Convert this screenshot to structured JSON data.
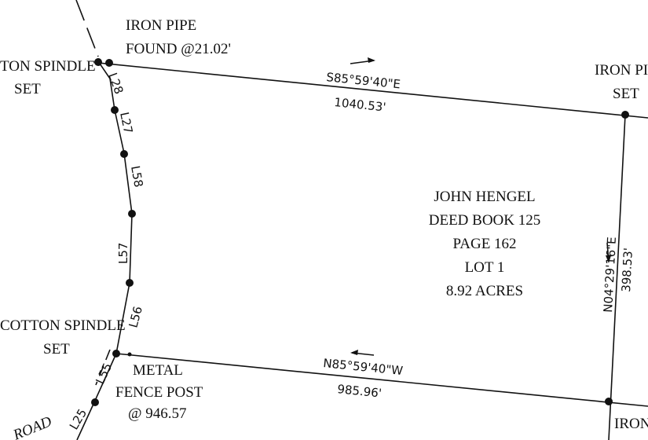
{
  "monuments": {
    "iron_pipe_found": [
      "IRON PIPE",
      "FOUND @21.02'"
    ],
    "cotton_spindle_top": [
      "TON SPINDLE",
      "SET"
    ],
    "iron_pipe_set_right": [
      "IRON PI",
      "SET"
    ],
    "cotton_spindle_bottom": [
      "COTTON SPINDLE",
      "SET"
    ],
    "metal_fence_post": [
      "METAL",
      "FENCE POST",
      "@ 946.57"
    ],
    "iron_bottom_right": "IRON"
  },
  "parcel": {
    "owner": "JOHN HENGEL",
    "deed_book": "DEED BOOK 125",
    "page": "PAGE 162",
    "lot": "LOT 1",
    "area": "8.92 ACRES"
  },
  "boundaries": {
    "north": {
      "bearing": "S85°59'40\"E",
      "distance": "1040.53'"
    },
    "south": {
      "bearing": "N85°59'40\"W",
      "distance": "985.96'"
    },
    "east": {
      "bearing": "N04°29'16\"E",
      "distance": "398.53'"
    }
  },
  "line_labels": [
    "L28",
    "L27",
    "L58",
    "L57",
    "L56",
    "L55",
    "L25"
  ],
  "road_label": "ROAD"
}
